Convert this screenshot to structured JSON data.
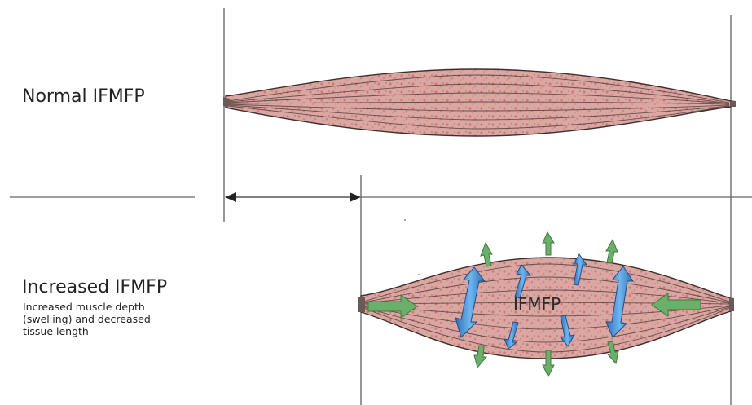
{
  "labels": {
    "normal": "Normal IFMFP",
    "increased": "Increased IFMFP",
    "increased_note_lines": [
      "Increased muscle depth",
      "(swelling) and decreased",
      "tissue length"
    ],
    "center": "IFMFP"
  },
  "colors": {
    "muscle_fill": "#d9a3a0",
    "muscle_speckle": "#c97876",
    "fiber_line": "#4a3a36",
    "green_arrow": "#6ab06a",
    "blue_arrow": "#3f8fd6",
    "guide_line": "#555555"
  },
  "icons": {
    "horizontal_arrow_left": "arrow-left-icon",
    "horizontal_arrow_right": "arrow-right-icon"
  }
}
